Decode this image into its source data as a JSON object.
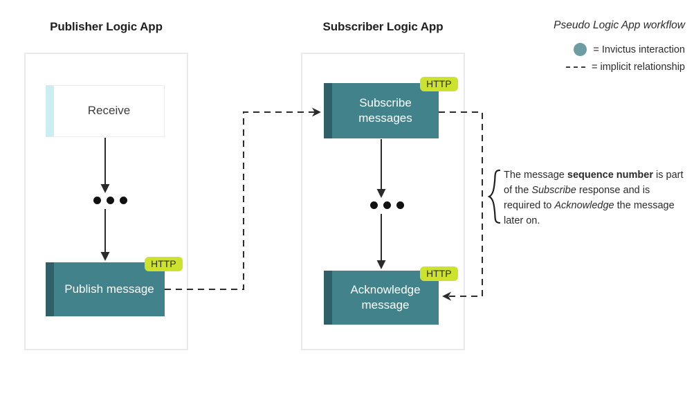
{
  "columns": [
    {
      "title": "Publisher Logic App"
    },
    {
      "title": "Subscriber Logic App"
    }
  ],
  "nodes": {
    "receive": {
      "label": "Receive",
      "kind": "trigger",
      "badge": null
    },
    "publish": {
      "label": "Publish message",
      "kind": "action",
      "badge": "HTTP"
    },
    "subscribe": {
      "label": "Subscribe messages",
      "kind": "action",
      "badge": "HTTP"
    },
    "acknowledge": {
      "label": "Acknowledge message",
      "kind": "action",
      "badge": "HTTP"
    }
  },
  "legend": {
    "title": "Pseudo Logic App workflow",
    "items": [
      {
        "symbol": "teal-circle",
        "text": "= Invictus interaction"
      },
      {
        "symbol": "dashed-line",
        "text": "= implicit relationship"
      }
    ]
  },
  "annotation": {
    "part1": "The message ",
    "bold1": "sequence number",
    "part2": " is part of the ",
    "italic1": "Subscribe",
    "part3": " response and is required to ",
    "italic2": "Acknowledge",
    "part4": " the message later on."
  },
  "colors": {
    "action_fill": "#42828a",
    "action_strip": "#2f6068",
    "trigger_strip": "#cdeef0",
    "badge": "#cce22e",
    "legend_dot": "#6e9ca3",
    "lane_border": "#e9e9e9",
    "connector": "#2b2b2b"
  }
}
